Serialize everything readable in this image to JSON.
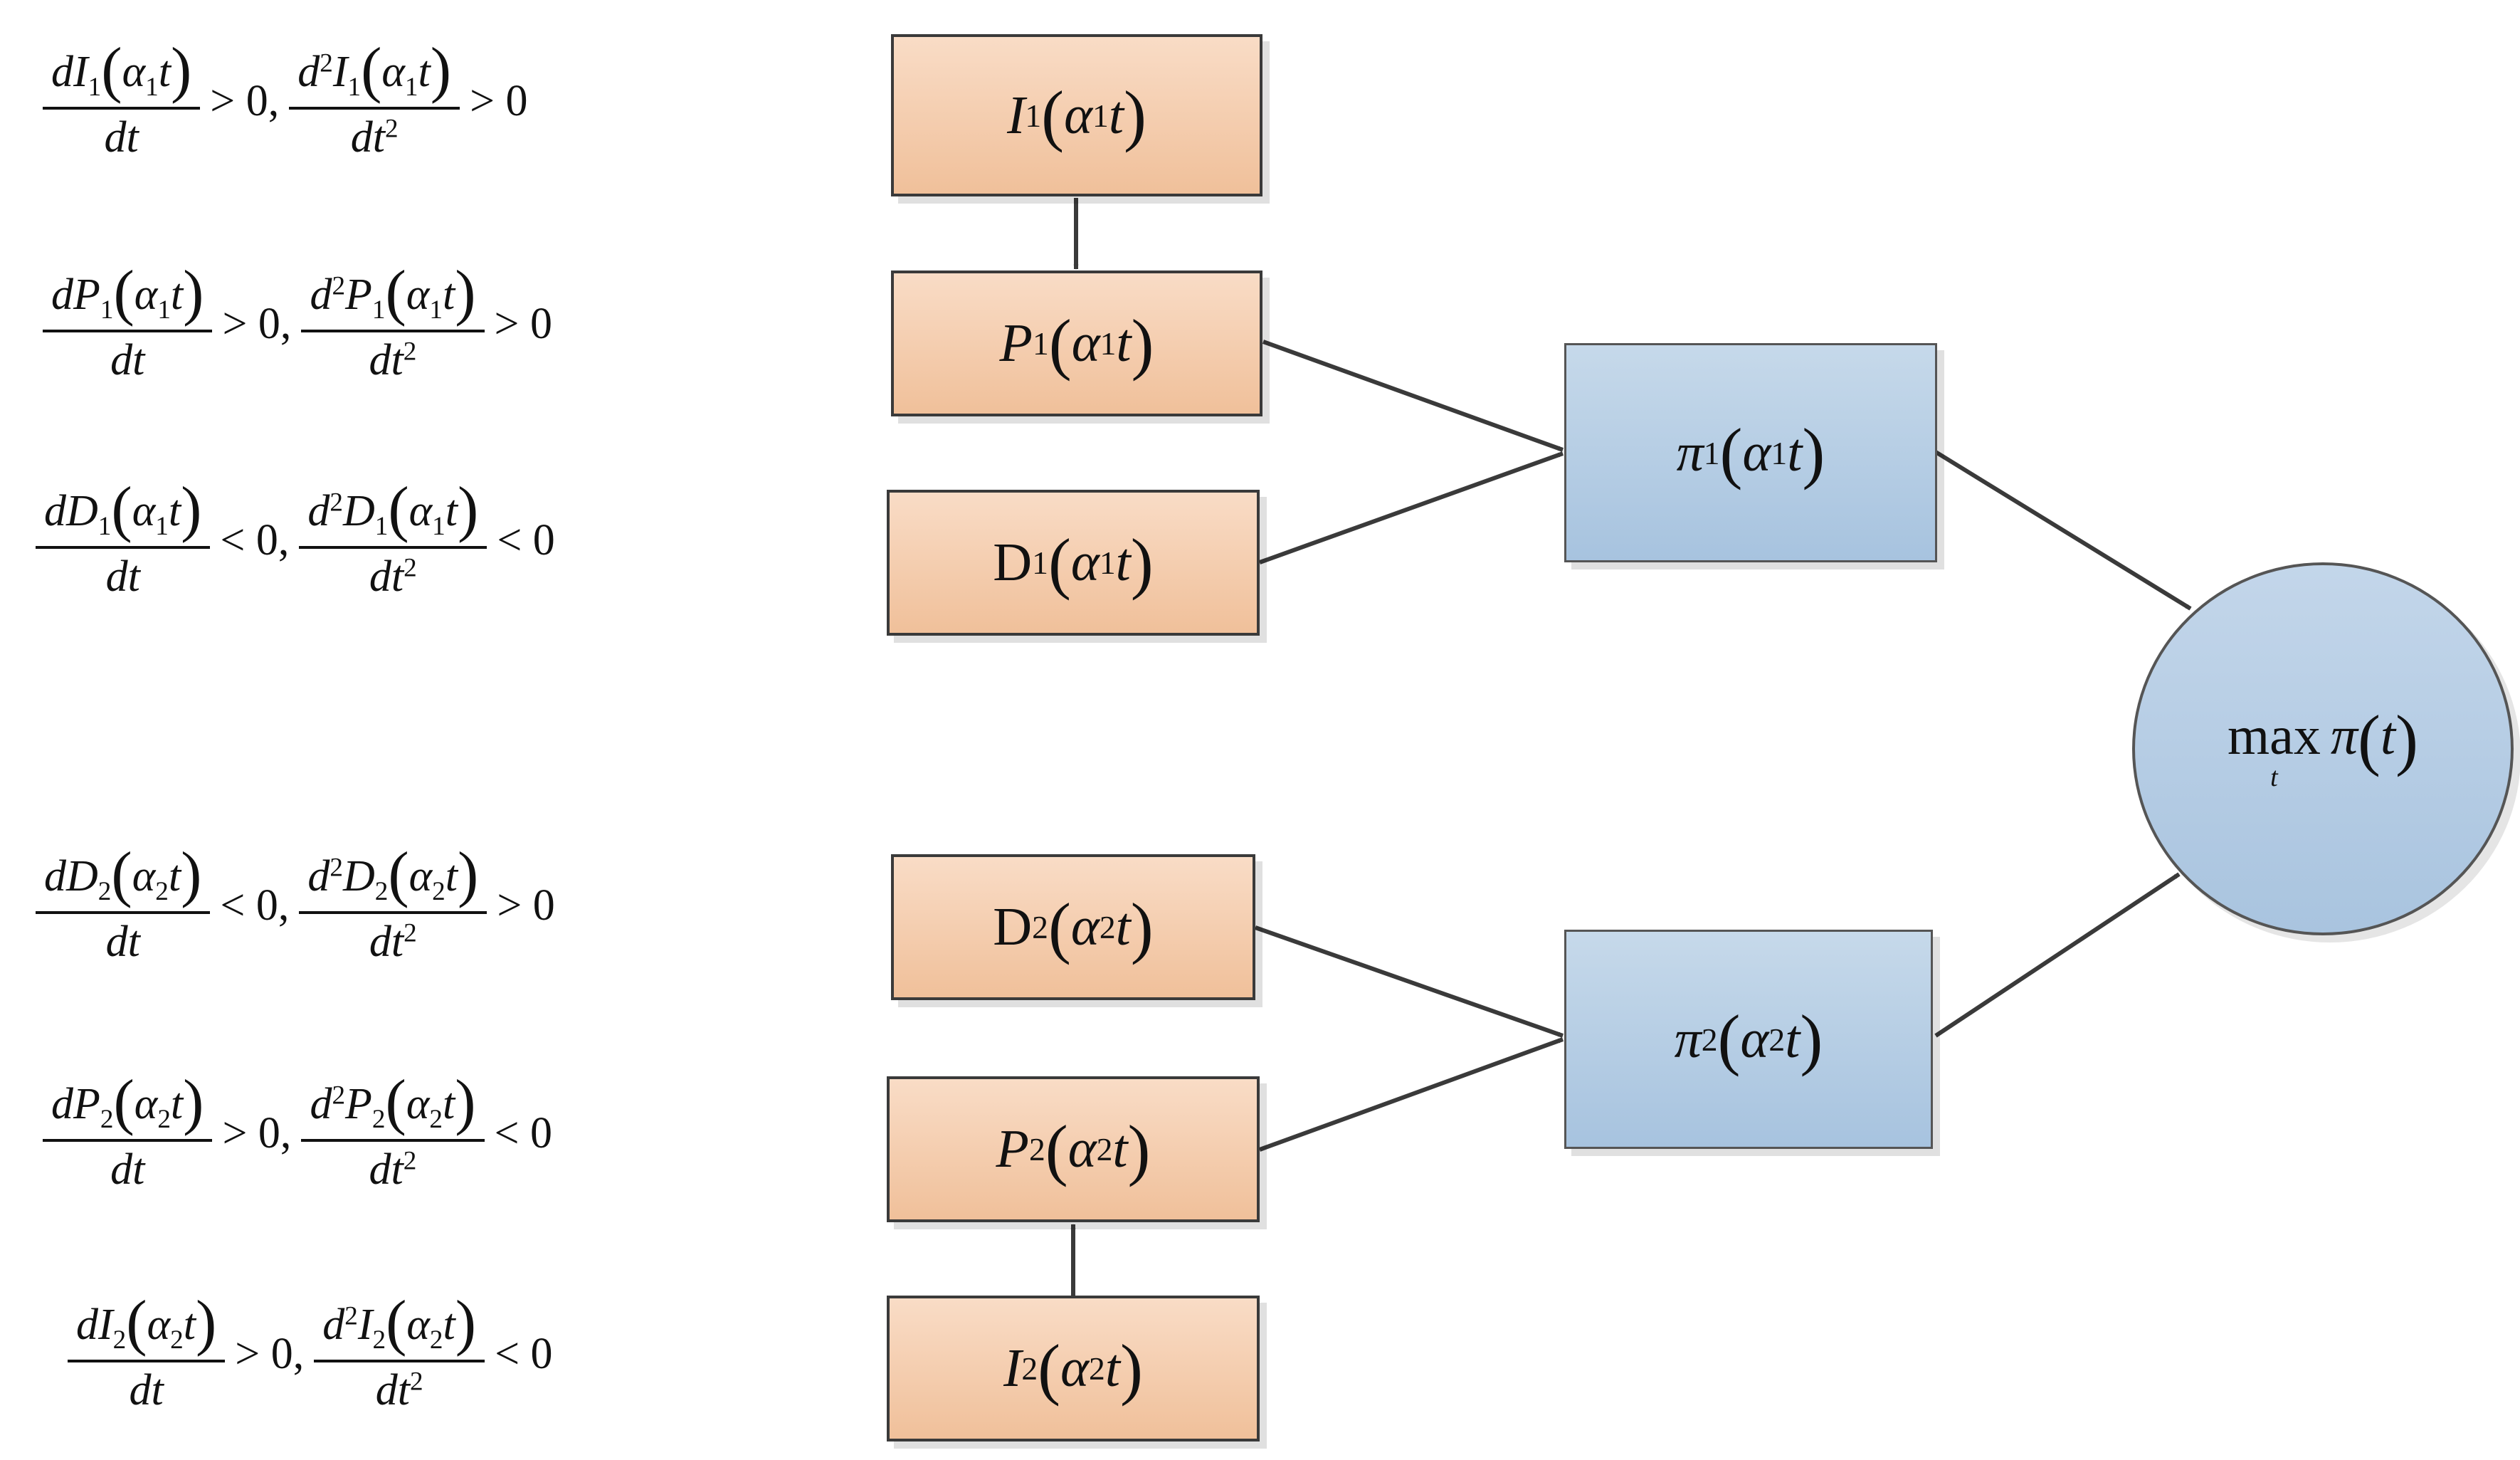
{
  "colors": {
    "firm_box_fill": "#f3c8a6",
    "profit_box_fill": "#b3cce4",
    "objective_fill": "#b3cce4",
    "edge": "#3a3a3a"
  },
  "symbols": {
    "d": "d",
    "dt": "dt",
    "t": "t",
    "alpha": "α",
    "pi": "π",
    "open": "(",
    "close": ")",
    "sq": "2",
    "comma": ","
  },
  "conditions": [
    {
      "var": "I",
      "idx": "1",
      "rel1": "> 0,",
      "rel2": "> 0"
    },
    {
      "var": "P",
      "idx": "1",
      "rel1": "> 0,",
      "rel2": "> 0"
    },
    {
      "var": "D",
      "idx": "1",
      "rel1": "< 0,",
      "rel2": "< 0"
    },
    {
      "var": "D",
      "idx": "2",
      "rel1": "< 0,",
      "rel2": "> 0"
    },
    {
      "var": "P",
      "idx": "2",
      "rel1": "> 0,",
      "rel2": "< 0"
    },
    {
      "var": "I",
      "idx": "2",
      "rel1": "> 0,",
      "rel2": "< 0"
    }
  ],
  "nodes": {
    "I1": {
      "var": "I",
      "idx": "1"
    },
    "P1": {
      "var": "P",
      "idx": "1"
    },
    "D1": {
      "var": "D",
      "idx": "1"
    },
    "D2": {
      "var": "D",
      "idx": "2"
    },
    "P2": {
      "var": "P",
      "idx": "2"
    },
    "I2": {
      "var": "I",
      "idx": "2"
    },
    "pi1": {
      "var": "π",
      "idx": "1"
    },
    "pi2": {
      "var": "π",
      "idx": "2"
    },
    "objective": {
      "op": "max",
      "sub": "t",
      "var": "π",
      "arg": "t"
    }
  },
  "edges": [
    {
      "from": "I1",
      "to": "P1"
    },
    {
      "from": "P1",
      "to": "pi1"
    },
    {
      "from": "D1",
      "to": "pi1"
    },
    {
      "from": "D2",
      "to": "pi2"
    },
    {
      "from": "P2",
      "to": "pi2"
    },
    {
      "from": "I2",
      "to": "P2"
    },
    {
      "from": "pi1",
      "to": "objective"
    },
    {
      "from": "pi2",
      "to": "objective"
    }
  ]
}
